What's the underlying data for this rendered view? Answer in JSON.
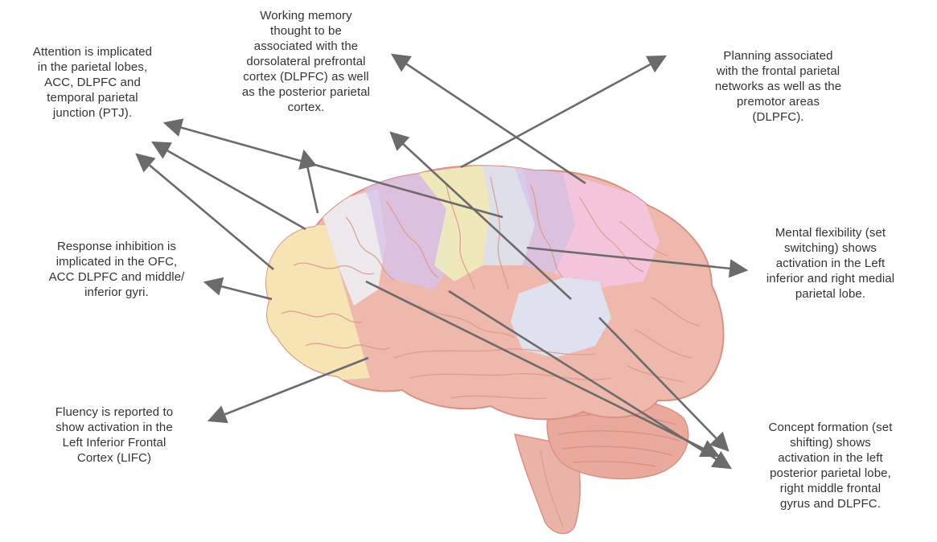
{
  "annotations": {
    "attention": "Attention is implicated\nin the parietal lobes,\nACC, DLPFC and\ntemporal parietal\njunction (PTJ).",
    "working_memory": "Working memory\nthought to be\nassociated with the\ndorsolateral prefrontal\ncortex (DLPFC) as well\nas the posterior parietal\ncortex.",
    "planning": "Planning associated\nwith the frontal parietal\nnetworks as well as the\npremotor areas\n(DLPFC).",
    "response_inhibition": "Response inhibition is\nimplicated in the OFC,\nACC DLPFC and middle/\ninferior gyri.",
    "mental_flexibility": "Mental flexibility (set\nswitching) shows\nactivation in the Left\ninferior and right medial\nparietal lobe.",
    "fluency": "Fluency is reported to\nshow activation in the\nLeft Inferior Frontal\nCortex (LIFC)",
    "concept_formation": "Concept formation (set\nshifting) shows\nactivation in the left\nposterior parietal lobe,\nright middle frontal\ngyrus and DLPFC."
  },
  "colors": {
    "text": "#333333",
    "arrow": "#6b6b6b",
    "brain_base": "#efb8ad",
    "brain_outline": "#d99185",
    "brain_fold": "#dc9a8e",
    "cerebellum": "#e9a99d",
    "brainstem": "#eab3a8",
    "region_yellow": "#f6e6b4",
    "region_pale": "#ecebef",
    "region_lavender": "#d7c3ea",
    "region_lightblue": "#dde3f1",
    "region_yellowgreen": "#eef0bd",
    "region_pink": "#f5c6e4"
  },
  "icons": {
    "brain": "brain-illustration",
    "arrow": "arrow-icon"
  }
}
